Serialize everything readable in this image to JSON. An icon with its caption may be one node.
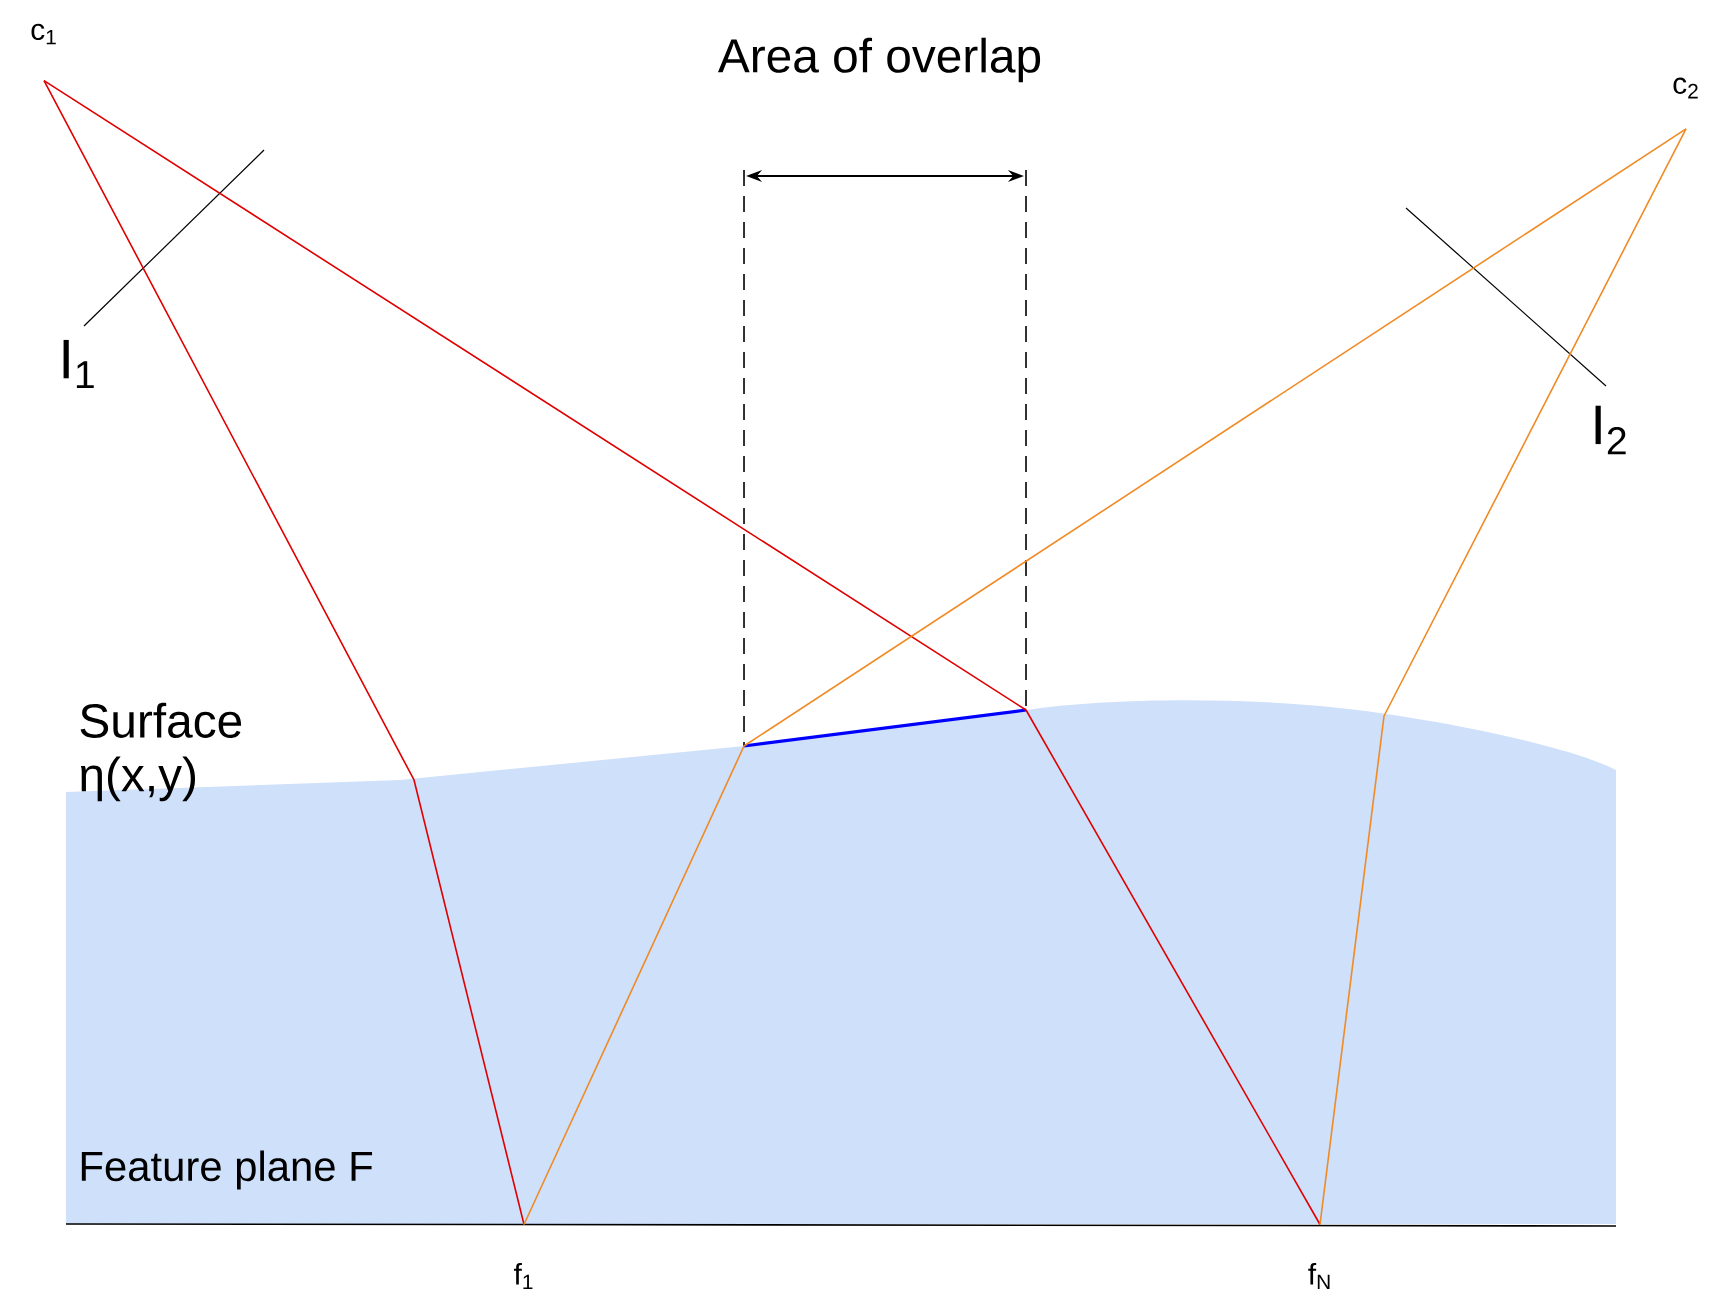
{
  "diagram": {
    "nodes": [
      {
        "text": [
          "c$_{1}$"
        ]
      },
      {
        "text": [
          "c$_{2}$"
        ]
      },
      {
        "text": [
          "f$_{1}$"
        ]
      },
      {
        "text": [
          "f$_{N}$"
        ]
      }
    ],
    "edges": [
      {
        "from": 0,
        "to": 2,
        "arrow": "none",
        "color": "#e00000"
      },
      {
        "from": 0,
        "to": 3,
        "arrow": "none",
        "color": "#e00000"
      },
      {
        "from": 1,
        "to": 2,
        "arrow": "none",
        "color": "#f08a24"
      },
      {
        "from": 1,
        "to": 3,
        "arrow": "none",
        "color": "#f08a24"
      }
    ],
    "labels": [
      "Area of overlap",
      "I$_{1}$",
      "I$_{2}$",
      "Surface η(x,y)",
      "Feature plane F"
    ]
  }
}
